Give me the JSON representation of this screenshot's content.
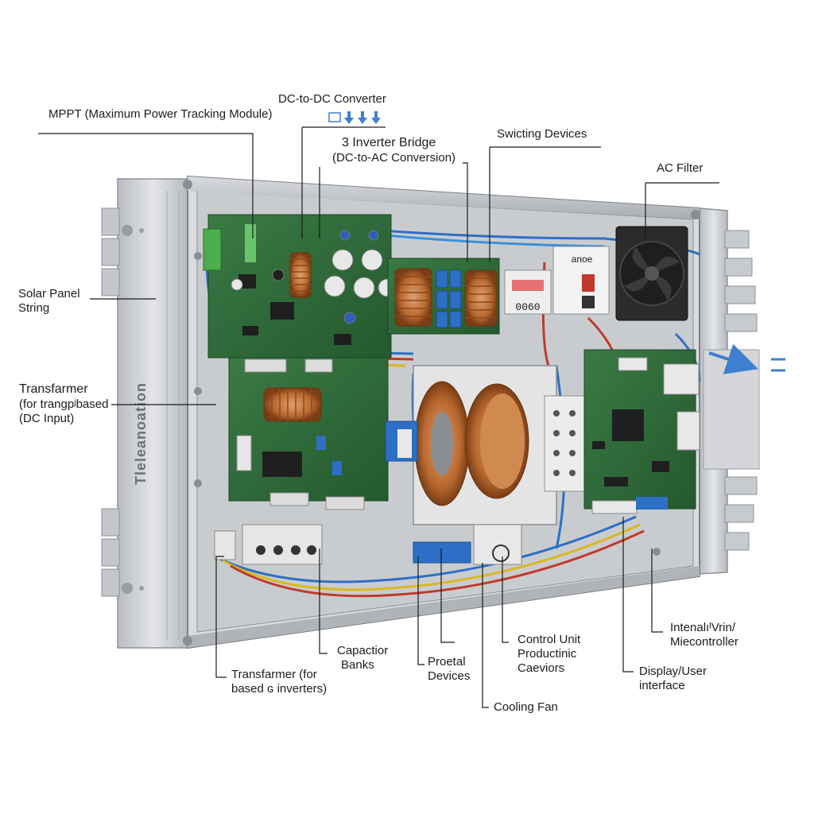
{
  "diagram": {
    "case_side_text": "Tleleanoation",
    "badge_text": "anoe",
    "meter_text": "0060",
    "labels": {
      "mppt": "MPPT (Maximum Power Tracking Module)",
      "dcdc": "DC-to-DC Converter",
      "inverter_bridge_1": "3 Inverter Bridge",
      "inverter_bridge_2": "(DC-to-AC Conversion)",
      "switching_devices": "Swicting Devices",
      "ac_filter": "AC Filter",
      "solar_1": "Solar Panel",
      "solar_2": "String",
      "transformer_left_1": "Transfarmer",
      "transformer_left_2": "(for trangpʲbased",
      "transformer_left_3": "(DC Input)",
      "capacitor_1": "Capactior",
      "capacitor_2": "Banks",
      "transformer_bottom_1": "Transfarmer (for",
      "transformer_bottom_2": "based ɢ inverters)",
      "protection_1": "Proetal",
      "protection_2": "Devices",
      "control_1": "Control Unit",
      "control_2": "Productinic",
      "control_3": "Caeviors",
      "cooling_fan": "Cooling Fan",
      "internal_1": "IntenalıᴵVrin/",
      "internal_2": "Miecontroller",
      "display_1": "Display/User",
      "display_2": "interface"
    },
    "colors": {
      "aluminum": "#c9ccd0",
      "pcb_green": "#2f6b3a",
      "copper": "#b8682e",
      "wire_blue": "#2d6fc4",
      "wire_red": "#c0392b",
      "wire_yellow": "#d9b81f",
      "arrow_blue": "#3d7fd0"
    }
  }
}
